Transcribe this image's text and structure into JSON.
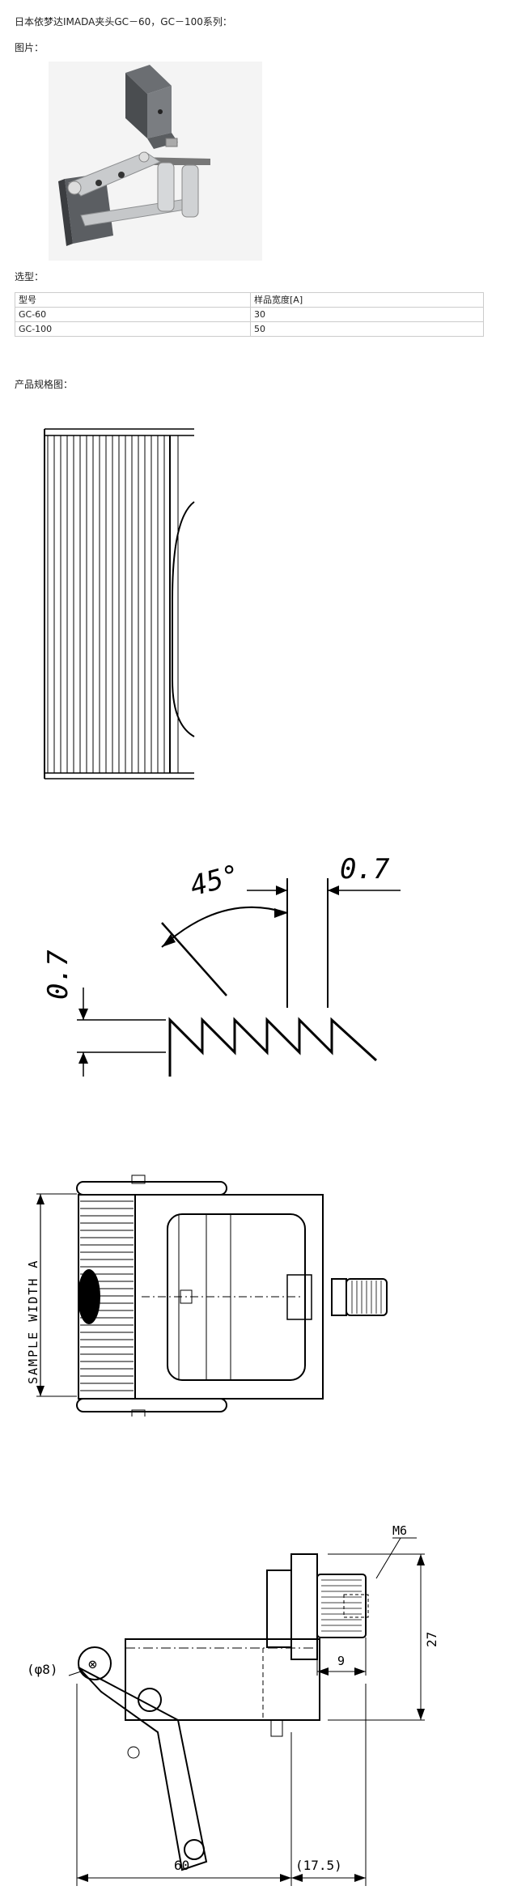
{
  "header": {
    "title": "日本依梦达IMADA夹头GC－60，GC－100系列：",
    "picture_label": "图片：",
    "selection_label": "选型：",
    "spec_label": "产品规格图："
  },
  "selection_table": {
    "columns": [
      "型号",
      "样品宽度[A]"
    ],
    "rows": [
      [
        "GC-60",
        "30"
      ],
      [
        "GC-100",
        "50"
      ]
    ]
  },
  "drawings": {
    "serration": {
      "angle": "45°",
      "pitch": "0.7",
      "depth": "0.7"
    },
    "top_view": {
      "dimension_label": "SAMPLE WIDTH A"
    },
    "side_view": {
      "thread_label": "M6",
      "hole_label": "(φ8)",
      "height_dim": "27",
      "thread_len_dim": "9",
      "length_dim": "60",
      "offset_dim": "(17.5)"
    }
  }
}
